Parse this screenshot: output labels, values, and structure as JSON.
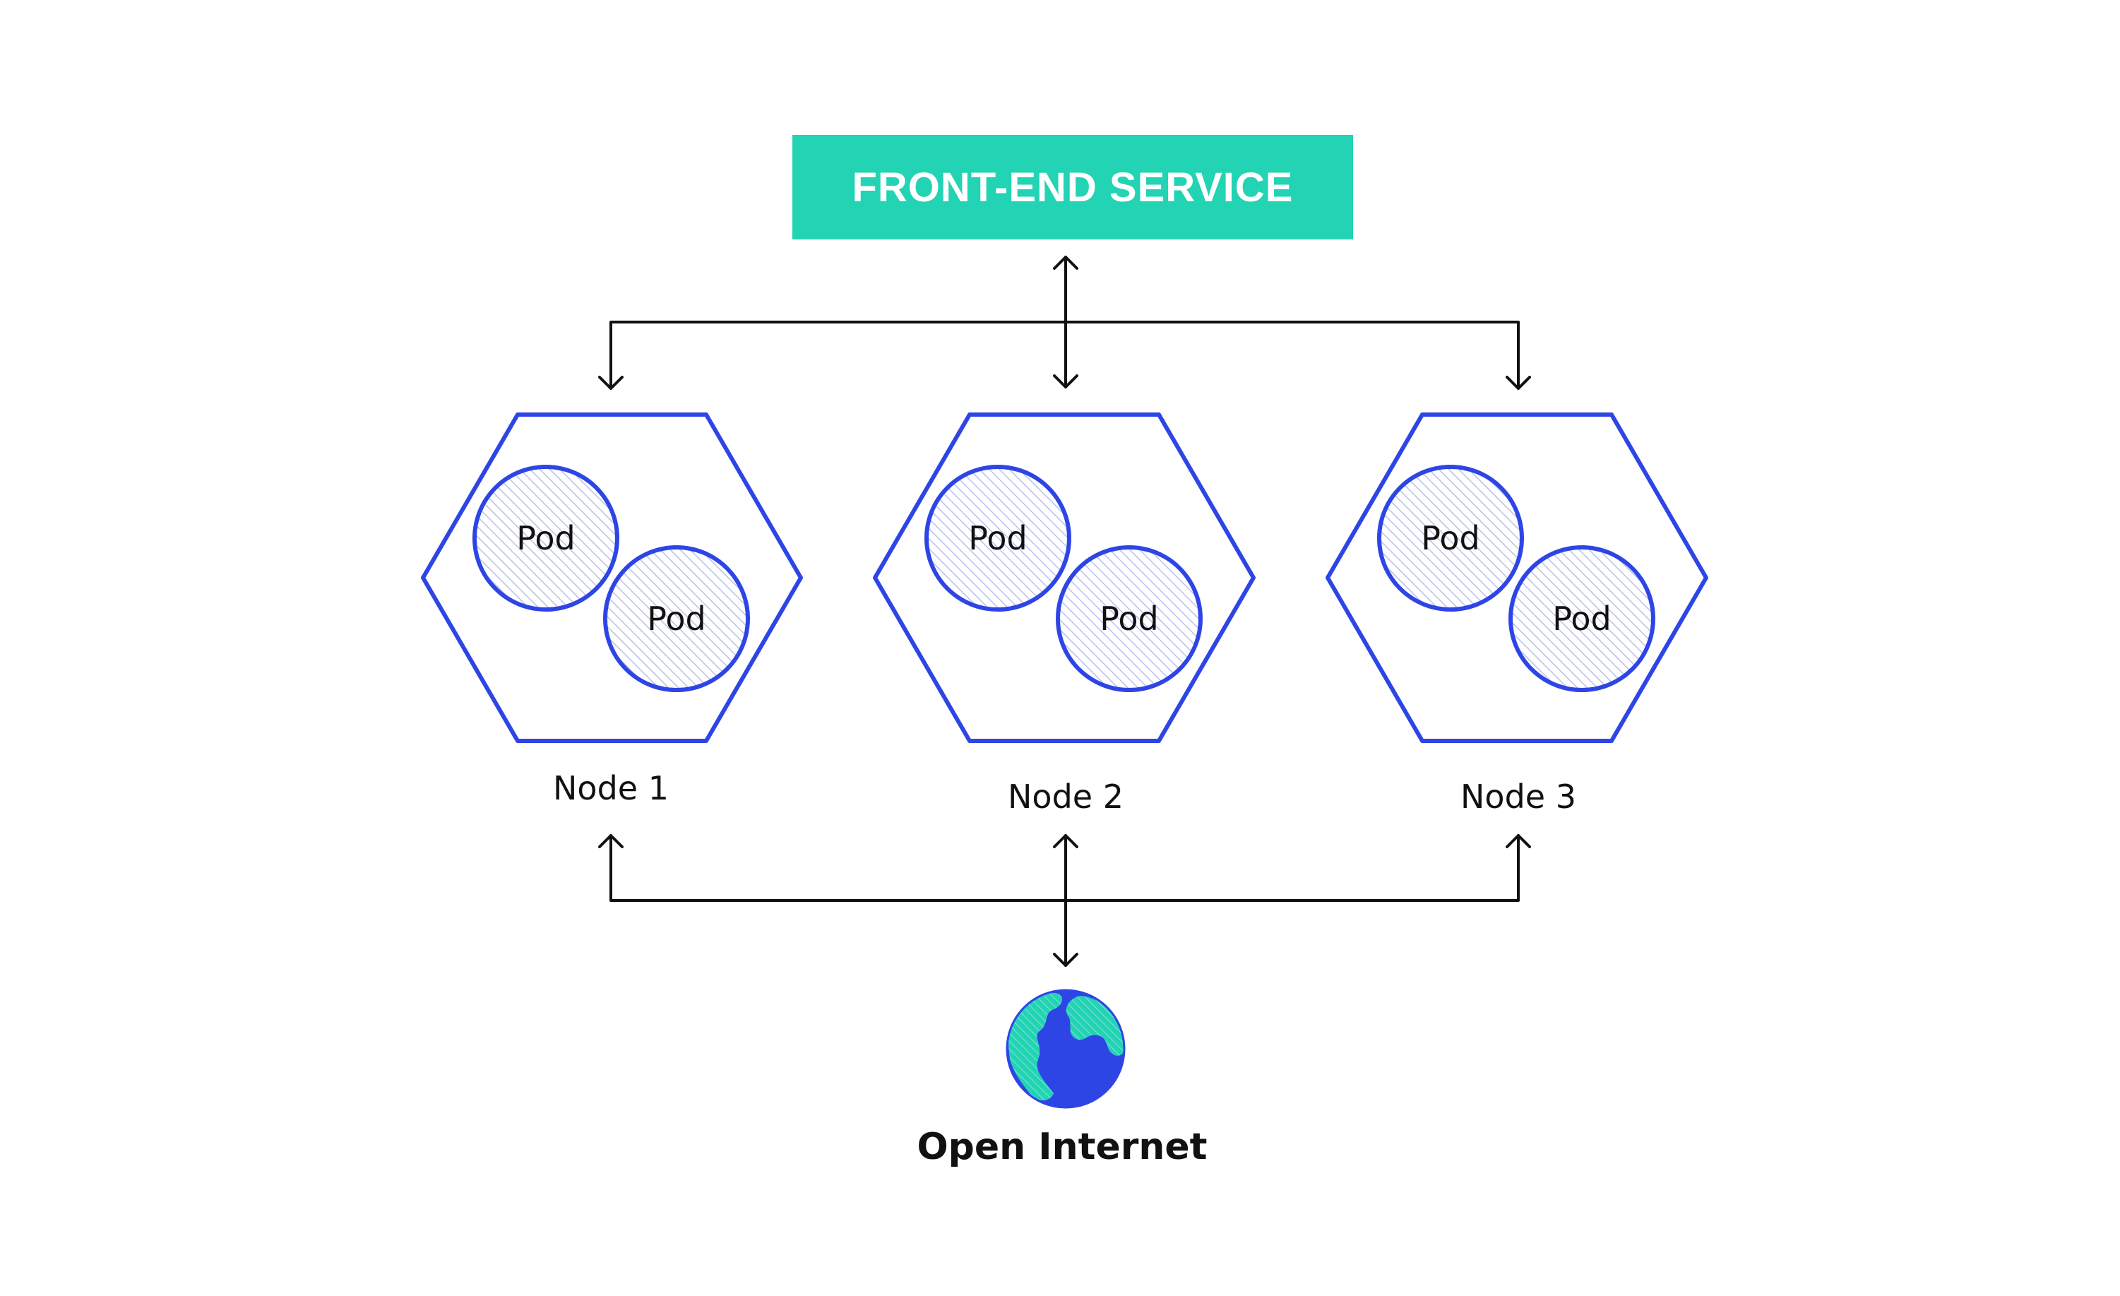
{
  "service": {
    "label": "FRONT-END SERVICE",
    "color": "#22d3b4"
  },
  "nodes": [
    {
      "label": "Node 1",
      "pods": [
        "Pod",
        "Pod"
      ]
    },
    {
      "label": "Node 2",
      "pods": [
        "Pod",
        "Pod"
      ]
    },
    {
      "label": "Node 3",
      "pods": [
        "Pod",
        "Pod"
      ]
    }
  ],
  "internet": {
    "label": "Open Internet",
    "icon": "globe-icon"
  },
  "colors": {
    "node_stroke": "#2e45e6",
    "pod_hatch": "#b9c0ea",
    "connector": "#111111",
    "globe_ocean": "#2e45e6",
    "globe_land": "#22d3b4"
  }
}
